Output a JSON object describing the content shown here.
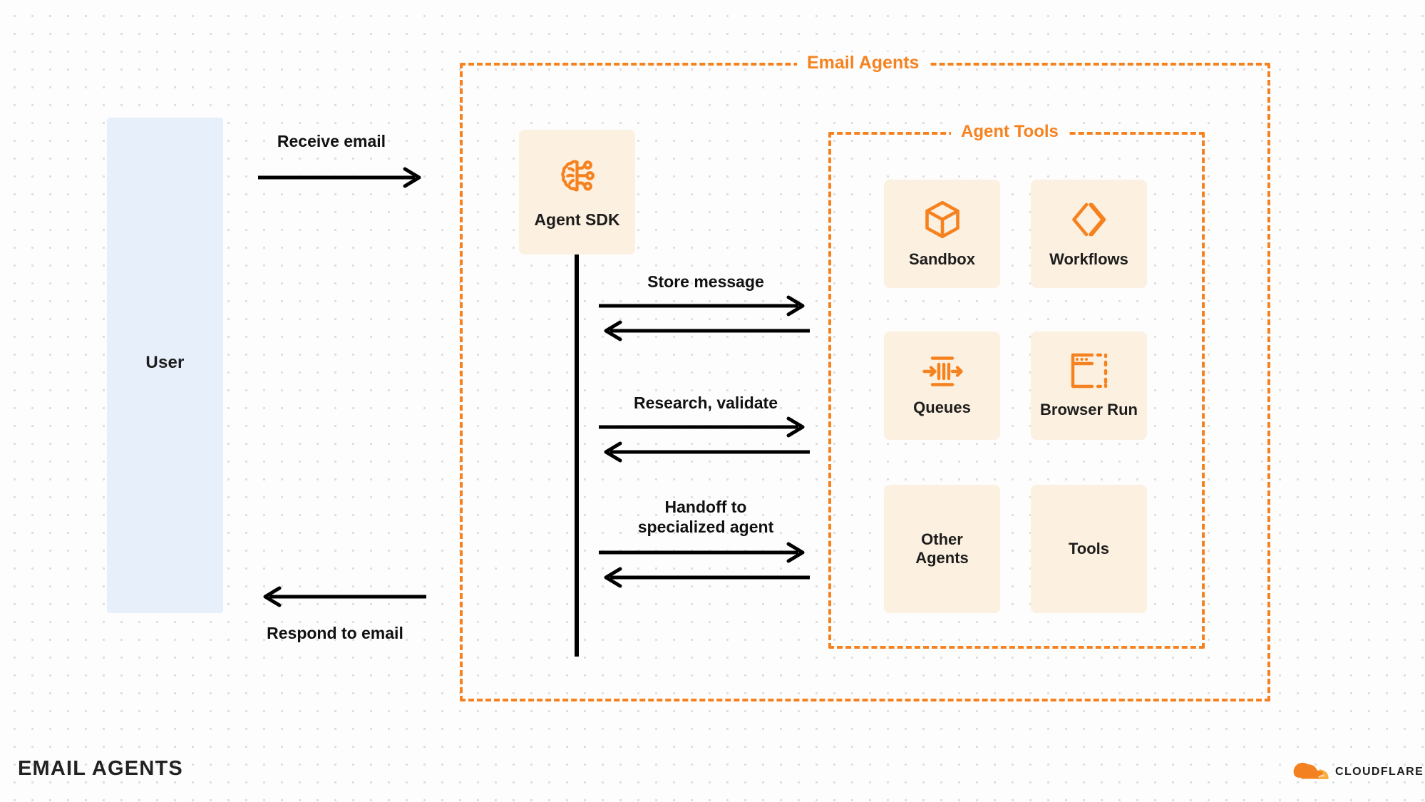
{
  "footer": {
    "title": "EMAIL AGENTS",
    "brand": "CLOUDFLARE"
  },
  "actors": {
    "user": {
      "label": "User"
    }
  },
  "containers": {
    "email_agents": {
      "label": "Email Agents",
      "border_color": "#f6821f",
      "style": "dashed"
    },
    "agent_tools": {
      "label": "Agent Tools",
      "border_color": "#f6821f",
      "style": "dashed"
    }
  },
  "agent": {
    "label": "Agent SDK",
    "icon": "brain-circuit-icon",
    "bg_color": "#fcf0e0",
    "icon_color": "#f6821f"
  },
  "tools": [
    {
      "label": "Sandbox",
      "icon": "cube-icon"
    },
    {
      "label": "Workflows",
      "icon": "chevron-diamond-icon"
    },
    {
      "label": "Queues",
      "icon": "queue-arrows-icon"
    },
    {
      "label": "Browser Run",
      "icon": "browser-window-dashed-icon"
    },
    {
      "label": "Other\nAgents",
      "icon": "none"
    },
    {
      "label": "Tools",
      "icon": "none"
    }
  ],
  "messages": [
    {
      "label": "Receive email",
      "direction": "right",
      "from": "user",
      "to": "agent"
    },
    {
      "label": "Store message",
      "direction": "both",
      "from": "agent",
      "to": "tools"
    },
    {
      "label": "Research, validate",
      "direction": "both",
      "from": "agent",
      "to": "tools"
    },
    {
      "label": "Handoff to\nspecialized agent",
      "direction": "both",
      "from": "agent",
      "to": "tools"
    },
    {
      "label": "Respond to email",
      "direction": "left",
      "from": "agent",
      "to": "user"
    }
  ],
  "colors": {
    "accent": "#f6821f",
    "tile_bg": "#fcf0e0",
    "user_bg": "#e7effb",
    "arrow": "#000000",
    "text": "#1d1d1d",
    "canvas_bg": "#fdfdfd",
    "grid_dot": "#dcdcdc"
  }
}
